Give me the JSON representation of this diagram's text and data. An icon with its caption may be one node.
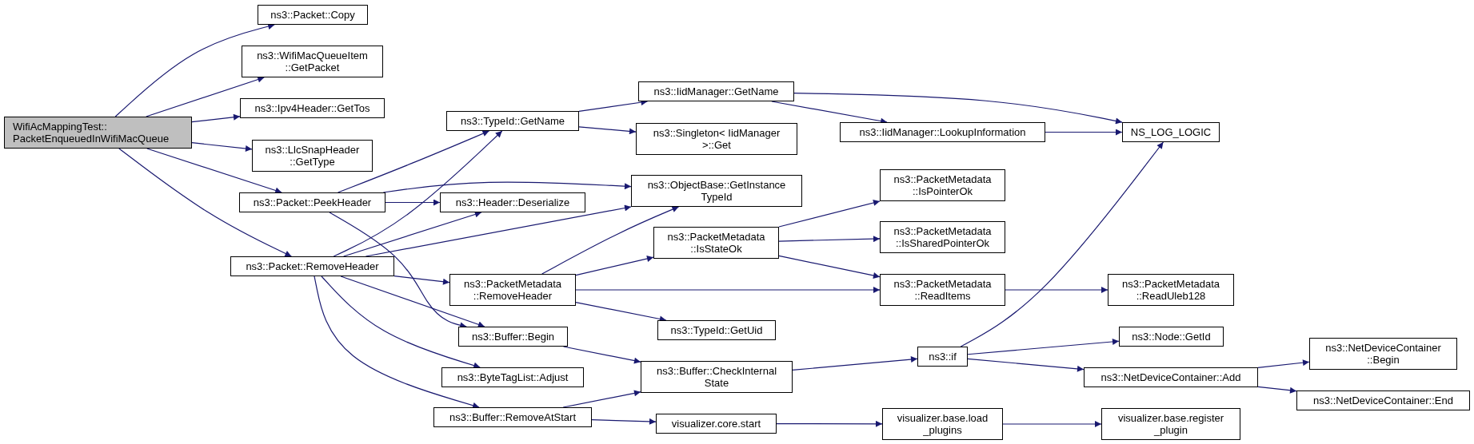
{
  "diagram": {
    "nodes": [
      {
        "text": [
          "WifiAcMappingTest:: PacketEnqueuedInWifiMacQueue"
        ]
      },
      {
        "text": [
          "ns3::Packet::Copy"
        ]
      },
      {
        "text": [
          "ns3::WifiMacQueueItem ::GetPacket"
        ]
      },
      {
        "text": [
          "ns3::Ipv4Header::GetTos"
        ]
      },
      {
        "text": [
          "ns3::LlcSnapHeader ::GetType"
        ]
      },
      {
        "text": [
          "ns3::Packet::PeekHeader"
        ]
      },
      {
        "text": [
          "ns3::Packet::RemoveHeader"
        ]
      },
      {
        "text": [
          "ns3::TypeId::GetName"
        ]
      },
      {
        "text": [
          "ns3::IidManager::GetName"
        ]
      },
      {
        "text": [
          "ns3::Singleton< IidManager >::Get"
        ]
      },
      {
        "text": [
          "ns3::IidManager::LookupInformation"
        ]
      },
      {
        "text": [
          "NS_LOG_LOGIC"
        ]
      },
      {
        "text": [
          "ns3::ObjectBase::GetInstance TypeId"
        ]
      },
      {
        "text": [
          "ns3::Header::Deserialize"
        ]
      },
      {
        "text": [
          "ns3::PacketMetadata ::IsPointerOk"
        ]
      },
      {
        "text": [
          "ns3::PacketMetadata ::IsSharedPointerOk"
        ]
      },
      {
        "text": [
          "ns3::PacketMetadata ::IsStateOk"
        ]
      },
      {
        "text": [
          "ns3::PacketMetadata ::RemoveHeader"
        ]
      },
      {
        "text": [
          "ns3::PacketMetadata ::ReadItems"
        ]
      },
      {
        "text": [
          "ns3::PacketMetadata ::ReadUleb128"
        ]
      },
      {
        "text": [
          "ns3::TypeId::GetUid"
        ]
      },
      {
        "text": [
          "ns3::Buffer::Begin"
        ]
      },
      {
        "text": [
          "ns3::ByteTagList::Adjust"
        ]
      },
      {
        "text": [
          "ns3::Buffer::CheckInternal State"
        ]
      },
      {
        "text": [
          "ns3::if"
        ]
      },
      {
        "text": [
          "ns3::Node::GetId"
        ]
      },
      {
        "text": [
          "ns3::NetDeviceContainer::Add"
        ]
      },
      {
        "text": [
          "ns3::NetDeviceContainer ::Begin"
        ]
      },
      {
        "text": [
          "ns3::NetDeviceContainer::End"
        ]
      },
      {
        "text": [
          "ns3::Buffer::RemoveAtStart"
        ]
      },
      {
        "text": [
          "visualizer.core.start"
        ]
      },
      {
        "text": [
          "visualizer.base.load _plugins"
        ]
      },
      {
        "text": [
          "visualizer.base.register _plugin"
        ]
      }
    ],
    "edges": [
      {
        "from": 0,
        "to": 1,
        "arrow": "to"
      },
      {
        "from": 0,
        "to": 2,
        "arrow": "to"
      },
      {
        "from": 0,
        "to": 3,
        "arrow": "to"
      },
      {
        "from": 0,
        "to": 4,
        "arrow": "to"
      },
      {
        "from": 0,
        "to": 5,
        "arrow": "to"
      },
      {
        "from": 0,
        "to": 6,
        "arrow": "to"
      },
      {
        "from": 5,
        "to": 7,
        "arrow": "to"
      },
      {
        "from": 5,
        "to": 12,
        "arrow": "to"
      },
      {
        "from": 5,
        "to": 13,
        "arrow": "to"
      },
      {
        "from": 5,
        "to": 21,
        "arrow": "to"
      },
      {
        "from": 6,
        "to": 7,
        "arrow": "to"
      },
      {
        "from": 6,
        "to": 13,
        "arrow": "to"
      },
      {
        "from": 6,
        "to": 12,
        "arrow": "to"
      },
      {
        "from": 6,
        "to": 17,
        "arrow": "to"
      },
      {
        "from": 6,
        "to": 21,
        "arrow": "to"
      },
      {
        "from": 6,
        "to": 22,
        "arrow": "to"
      },
      {
        "from": 6,
        "to": 29,
        "arrow": "to"
      },
      {
        "from": 7,
        "to": 8,
        "arrow": "to"
      },
      {
        "from": 7,
        "to": 9,
        "arrow": "to"
      },
      {
        "from": 8,
        "to": 11,
        "arrow": "to"
      },
      {
        "from": 8,
        "to": 10,
        "arrow": "to"
      },
      {
        "from": 10,
        "to": 11,
        "arrow": "to"
      },
      {
        "from": 17,
        "to": 12,
        "arrow": "to"
      },
      {
        "from": 17,
        "to": 16,
        "arrow": "to"
      },
      {
        "from": 17,
        "to": 18,
        "arrow": "to"
      },
      {
        "from": 17,
        "to": 20,
        "arrow": "to"
      },
      {
        "from": 16,
        "to": 14,
        "arrow": "to"
      },
      {
        "from": 16,
        "to": 15,
        "arrow": "to"
      },
      {
        "from": 16,
        "to": 18,
        "arrow": "to"
      },
      {
        "from": 18,
        "to": 19,
        "arrow": "to"
      },
      {
        "from": 21,
        "to": 23,
        "arrow": "to"
      },
      {
        "from": 29,
        "to": 23,
        "arrow": "to"
      },
      {
        "from": 29,
        "to": 30,
        "arrow": "to"
      },
      {
        "from": 23,
        "to": 24,
        "arrow": "to"
      },
      {
        "from": 24,
        "to": 11,
        "arrow": "to"
      },
      {
        "from": 24,
        "to": 25,
        "arrow": "to"
      },
      {
        "from": 24,
        "to": 26,
        "arrow": "to"
      },
      {
        "from": 26,
        "to": 27,
        "arrow": "to"
      },
      {
        "from": 26,
        "to": 28,
        "arrow": "to"
      },
      {
        "from": 30,
        "to": 31,
        "arrow": "to"
      },
      {
        "from": 31,
        "to": 32,
        "arrow": "to"
      }
    ]
  }
}
